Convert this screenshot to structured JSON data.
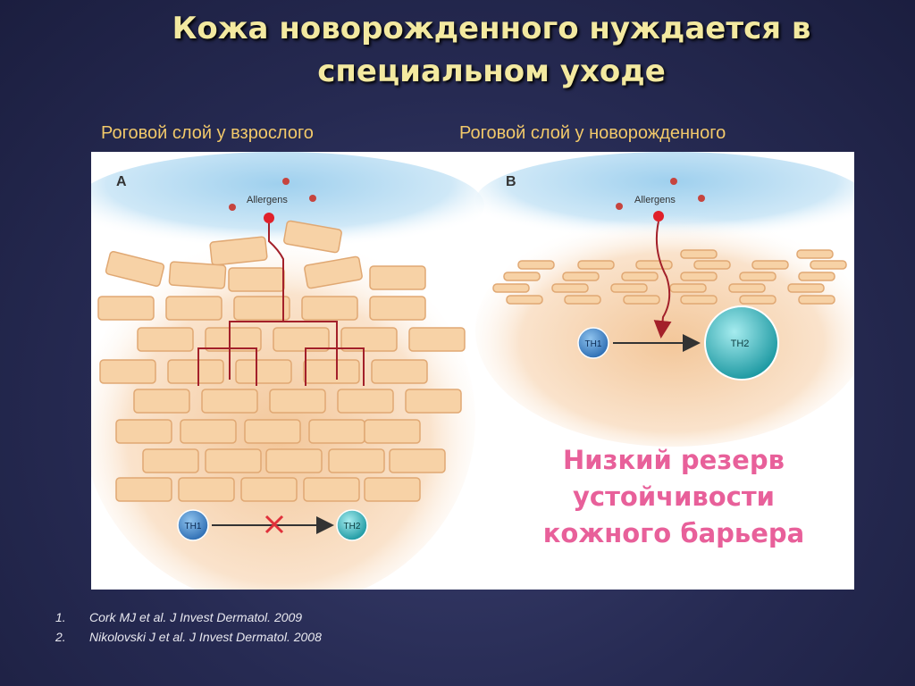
{
  "title": {
    "line1": "Кожа новорожденного нуждается в",
    "line2": "специальном уходе"
  },
  "captions": {
    "adult": "Роговой слой у взрослого",
    "newborn": "Роговой слой у новорожденного"
  },
  "diagram": {
    "panel_a": {
      "letter": "A",
      "allergens": "Allergens",
      "th1": "TH1",
      "th2": "TH2"
    },
    "panel_b": {
      "letter": "B",
      "allergens": "Allergens",
      "th1": "TH1",
      "th2": "TH2"
    }
  },
  "resilience": {
    "line1": "Низкий резерв",
    "line2": "устойчивости",
    "line3": "кожного барьера"
  },
  "references": [
    {
      "num": "1.",
      "text": "Cork MJ et al. J Invest Dermatol. 2009"
    },
    {
      "num": "2.",
      "text": "Nikolovski J et al. J Invest Dermatol. 2008"
    }
  ],
  "colors": {
    "background": "#262a52",
    "title": "#f3e9a0",
    "caption": "#f2c96a",
    "brick": "#f7d2a6",
    "brick_stroke": "#e0a873",
    "path": "#a3202a",
    "th1": "#3d86c9",
    "th2": "#2fb3b8",
    "cross": "#e0303a",
    "resilience": "#e8609a"
  }
}
